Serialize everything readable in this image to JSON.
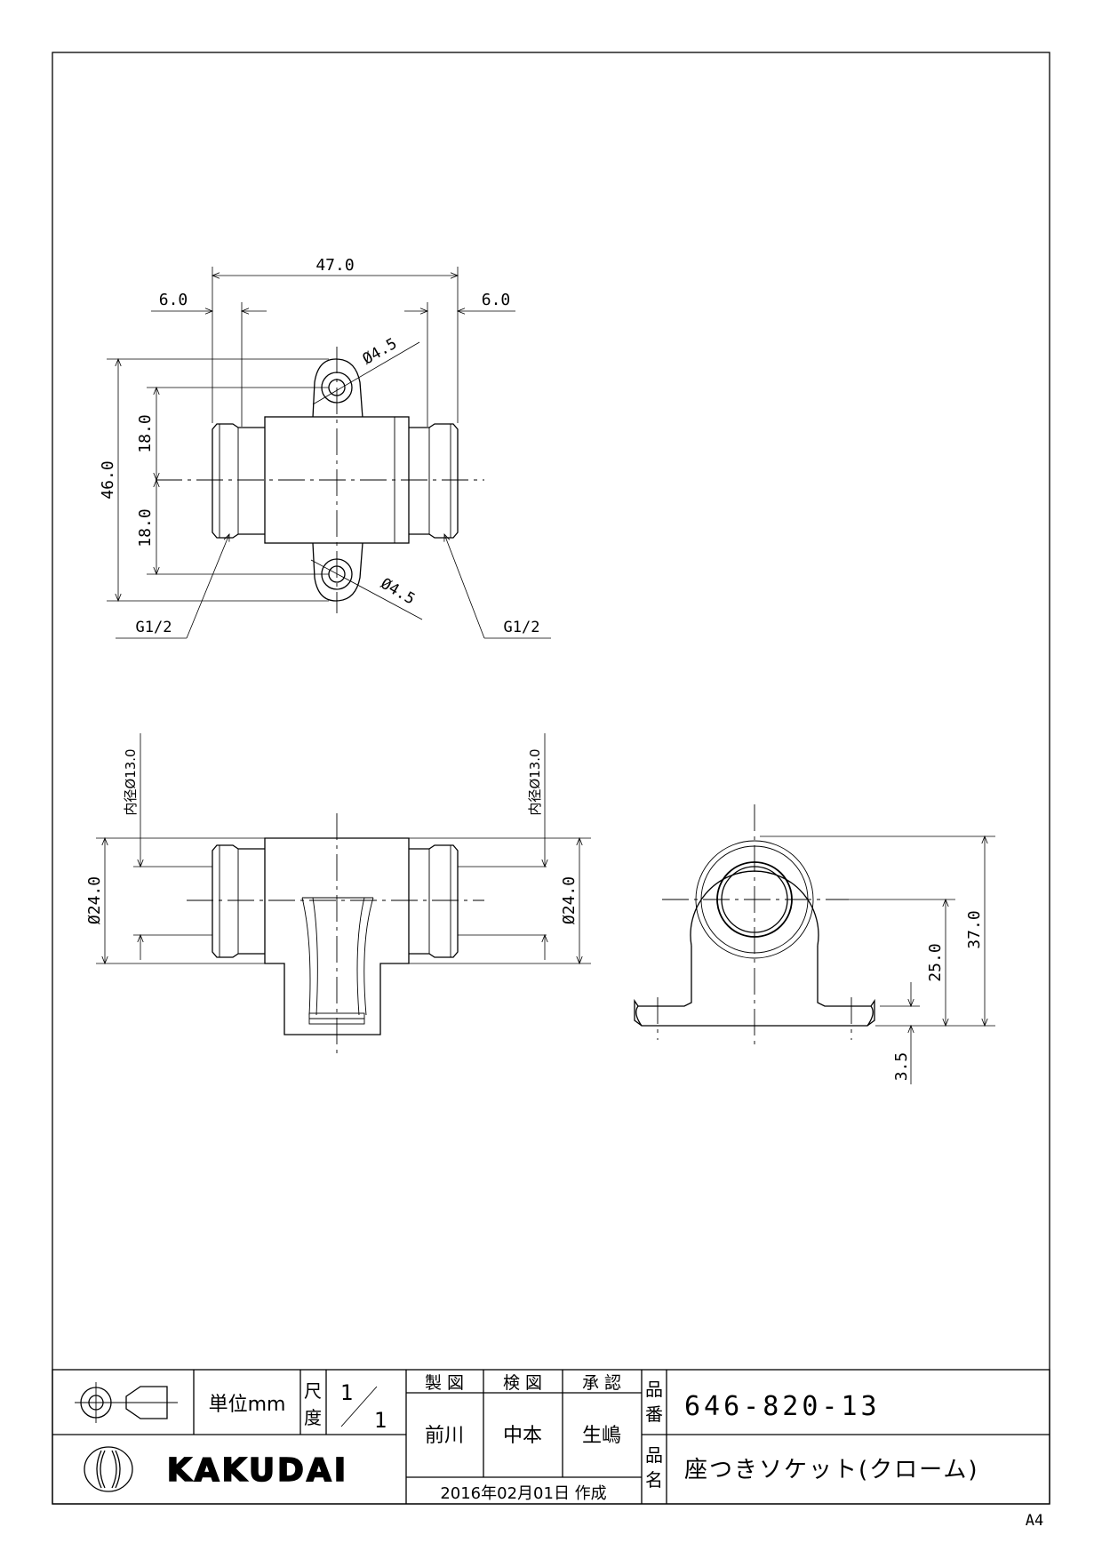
{
  "top_view": {
    "dim_width": "47.0",
    "dim_left_end": "6.0",
    "dim_right_end": "6.0",
    "dim_hole_top": "Ø4.5",
    "dim_hole_bottom": "Ø4.5",
    "dim_total_height": "46.0",
    "dim_upper_half": "18.0",
    "dim_lower_half": "18.0",
    "thread_left": "G1/2",
    "thread_right": "G1/2"
  },
  "front_view": {
    "inner_dia_left": "内径Ø13.0",
    "inner_dia_right": "内径Ø13.0",
    "outer_dia_left": "Ø24.0",
    "outer_dia_right": "Ø24.0"
  },
  "side_view": {
    "dim_total_height": "37.0",
    "dim_center_height": "25.0",
    "dim_base_thickness": "3.5"
  },
  "title_block": {
    "unit_label": "単位mm",
    "scale_label": "尺度",
    "scale_numerator": "1",
    "scale_denominator": "1",
    "drawn_label": "製 図",
    "checked_label": "検 図",
    "approved_label": "承 認",
    "drawn_by": "前川",
    "checked_by": "中本",
    "approved_by": "生嶋",
    "date_text": "2016年02月01日 作成",
    "part_no_label": "品番",
    "part_no": "646-820-13",
    "part_name_label": "品名",
    "part_name": "座つきソケット(クローム)",
    "company": "KAKUDAI",
    "sheet_size": "A4"
  }
}
